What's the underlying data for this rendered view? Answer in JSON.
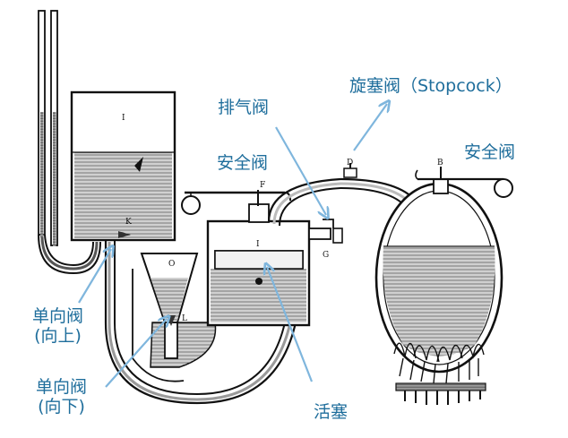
{
  "labels": {
    "stopcock": "旋塞阀（Stopcock）",
    "vent_valve": "排气阀",
    "safety_valve_left": "安全阀",
    "safety_valve_right": "安全阀",
    "check_valve_up_line1": "单向阀",
    "check_valve_up_line2": "(向上)",
    "check_valve_down_line1": "单向阀",
    "check_valve_down_line2": "(向下)",
    "piston": "活塞"
  },
  "engraving_letters": {
    "vessel_top": "I",
    "cylinder": "I",
    "valve_f": "F",
    "valve_d": "D",
    "valve_b": "B",
    "valve_g": "G",
    "valve_k": "K",
    "funnel_o": "O",
    "valve_l": "L"
  },
  "colors": {
    "label_text": "#1f6e9c",
    "arrow": "#7fb6dd",
    "ink": "#111111",
    "water_shade": "#8a8a8a"
  }
}
